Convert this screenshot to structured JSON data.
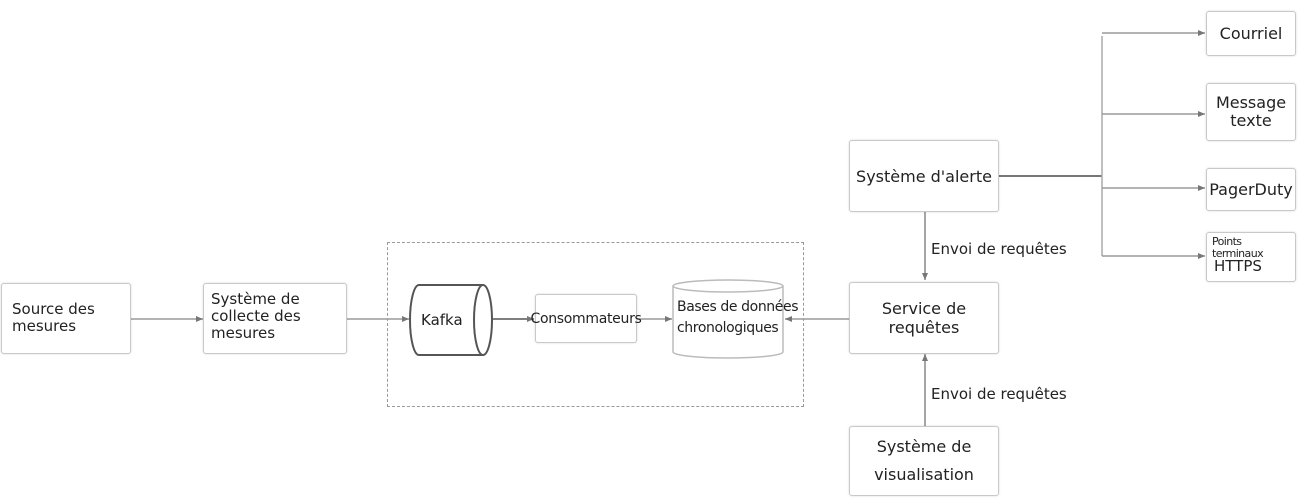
{
  "nodes": {
    "source": "Source des\nmesures",
    "collector": "Système de\ncollecte des\nmesures",
    "kafka": "Kafka",
    "consumers": "Consommateurs",
    "tsdb": "Bases de données\nchronologiques",
    "query_service": "Service de requêtes",
    "alert_system": "Système d'alerte",
    "visualization": "Système de\nvisualisation",
    "email": "Courriel",
    "sms": "Message\ntexte",
    "pagerduty": "PagerDuty",
    "https_endpoints_small": "Points terminaux",
    "https_endpoints_big": "HTTPS"
  },
  "edges": {
    "alert_query": "Envoi de requêtes",
    "viz_query": "Envoi de requêtes"
  }
}
